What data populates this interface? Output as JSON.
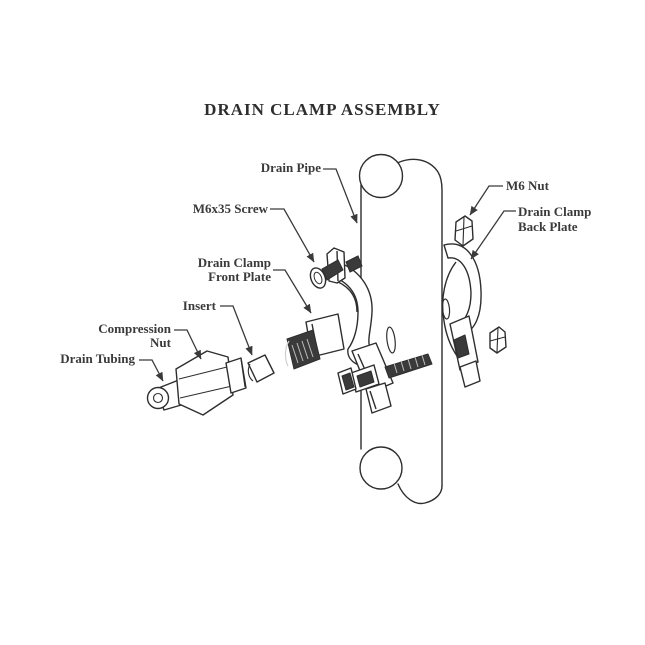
{
  "diagram": {
    "title": "DRAIN CLAMP ASSEMBLY",
    "type": "exploded-assembly-drawing",
    "parts": [
      "Drain Pipe",
      "M6x35 Screw",
      "M6 Nut",
      "Drain Clamp Back Plate",
      "Drain Clamp Front Plate",
      "Insert",
      "Compression Nut",
      "Drain Tubing"
    ]
  },
  "labels": {
    "drain_pipe": "Drain Pipe",
    "m6x35_screw": "M6x35 Screw",
    "m6_nut": "M6 Nut",
    "back_plate_1": "Drain Clamp",
    "back_plate_2": "Back Plate",
    "front_plate_1": "Drain Clamp",
    "front_plate_2": "Front Plate",
    "insert": "Insert",
    "compression_1": "Compression",
    "compression_2": "Nut",
    "drain_tubing": "Drain Tubing"
  },
  "colors": {
    "line": "#2e2e2e",
    "dark_fill": "#3a3a3a",
    "text": "#3a3a3a",
    "background": "#ffffff"
  }
}
